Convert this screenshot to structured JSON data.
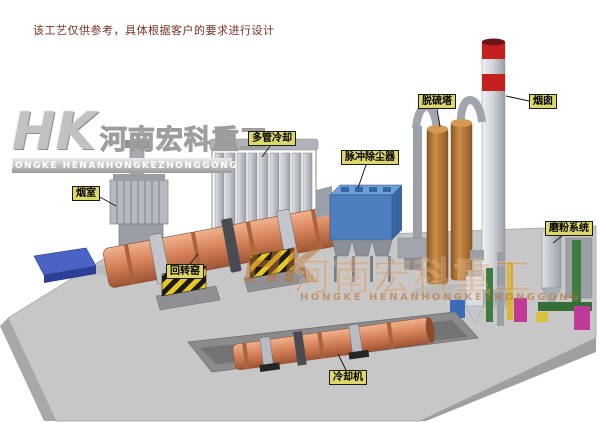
{
  "disclaimer": "该工艺仅供参考，具体根据客户的要求进行设计",
  "logo": {
    "monogram": "HK",
    "company_cn": "河南宏科重工",
    "company_en": "HONGKE HENANHONGKEZHONGGONG"
  },
  "watermark": {
    "monogram": "HK",
    "company_cn": "河南宏科重工",
    "company_en": "HONGKE HENANHONGKEZHONGGONG"
  },
  "equipment_labels": [
    {
      "id": "smoke-chamber",
      "text": "烟室"
    },
    {
      "id": "multi-tube-cooler",
      "text": "多管冷却"
    },
    {
      "id": "pulse-dust-collector",
      "text": "脉冲除尘器"
    },
    {
      "id": "desulfurization-tower",
      "text": "脱硫塔"
    },
    {
      "id": "chimney",
      "text": "烟囱"
    },
    {
      "id": "grinding-system",
      "text": "磨粉系统"
    },
    {
      "id": "rotary-kiln",
      "text": "回转窑"
    },
    {
      "id": "cooling-machine",
      "text": "冷却机"
    }
  ],
  "colors": {
    "label-bg": "#ded76a",
    "label-border": "#1a1a1a",
    "disclaimer-color": "#7a3020",
    "watermark-orange": "#bf7330",
    "kiln-salmon": "#d8845c",
    "dust-collector-blue": "#4d7fc0",
    "chimney-red": "#c42020",
    "tower-tan": "#cf8f46",
    "hazard-yellow": "#e8c820"
  }
}
